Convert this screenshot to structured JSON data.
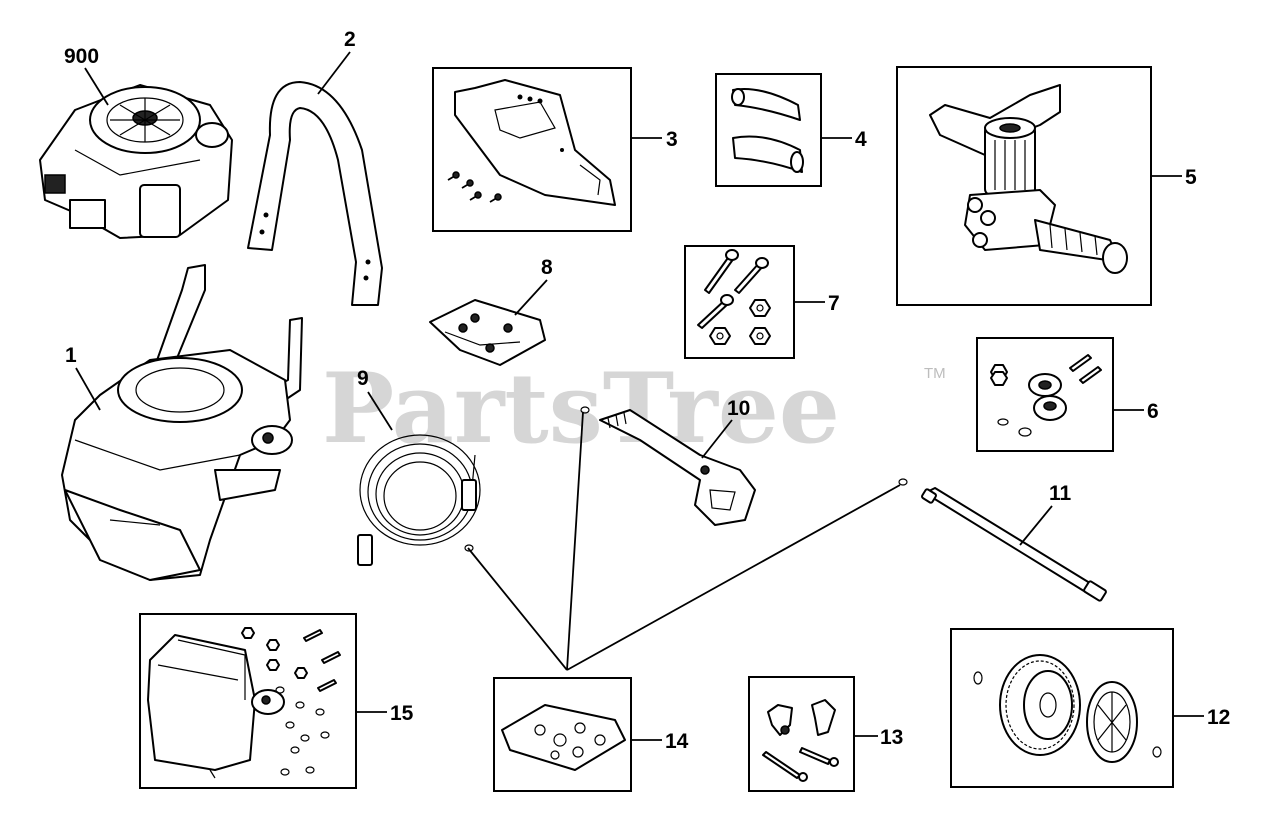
{
  "watermark": {
    "text": "PartsTree",
    "tm": "TM"
  },
  "callouts": {
    "c900": "900",
    "c1": "1",
    "c2": "2",
    "c3": "3",
    "c4": "4",
    "c5": "5",
    "c6": "6",
    "c7": "7",
    "c8": "8",
    "c9": "9",
    "c10": "10",
    "c11": "11",
    "c12": "12",
    "c13": "13",
    "c14": "14",
    "c15": "15"
  },
  "colors": {
    "line": "#000000",
    "watermark": "#c9c9c9",
    "background": "#ffffff"
  }
}
